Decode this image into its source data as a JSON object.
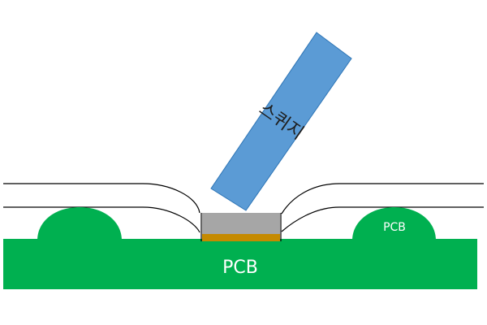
{
  "labels": {
    "squeegee": "스퀴지",
    "pcb_main": "PCB",
    "pcb_right_bump": "PCB"
  },
  "colors": {
    "background": "#ffffff",
    "pcb_green": "#00b050",
    "squeegee_blue": "#5b9bd5",
    "squeegee_border": "#2e75b6",
    "paste_gray": "#a6a6a6",
    "pad_orange": "#c58a00",
    "line_dark": "#000000",
    "text_dark": "#1f1f1f",
    "text_white": "#ffffff"
  }
}
